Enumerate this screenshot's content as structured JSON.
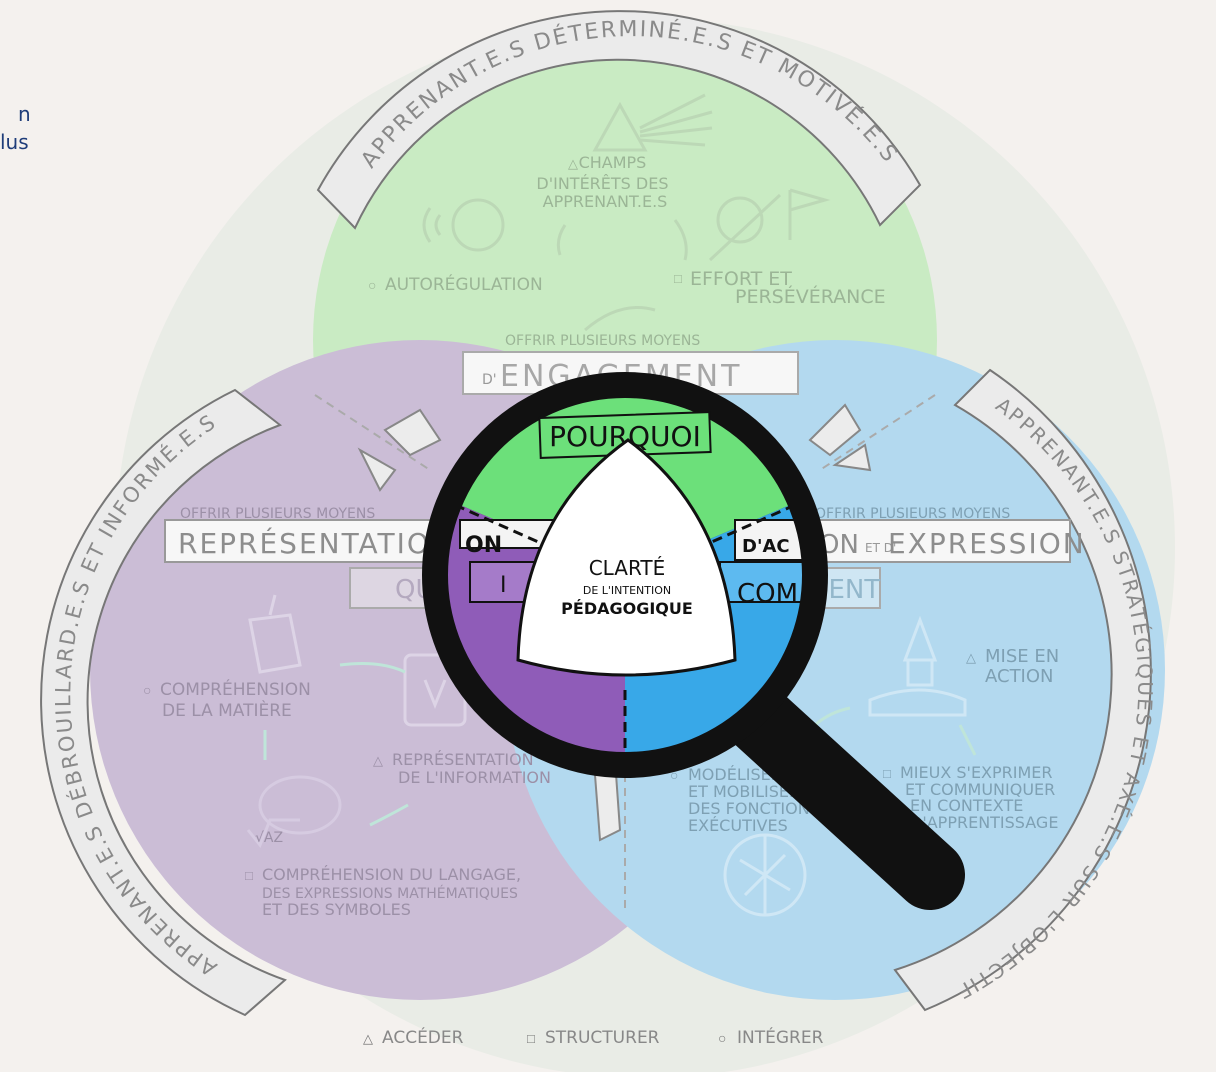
{
  "side_text": {
    "line1": "n",
    "line2": "lus"
  },
  "banners": {
    "top": "APPRENANT.E.S DÉTERMINÉ.E.S ET MOTIVÉ.E.S",
    "left": "APPRENANT.E.S DÉBROUILLARD.E.S ET INFORMÉ.E.S",
    "right": "APPRENANT.E.S STRATÉGIQUES ET AXÉ.E.S SUR L'OBJECTIF"
  },
  "engagement": {
    "subtitle": "OFFRIR PLUSIEURS MOYENS",
    "title_prefix": "D'",
    "title": "ENGAGEMENT",
    "items": {
      "champs_1": "CHAMPS",
      "champs_2": "D'INTÉRÊTS DES",
      "champs_3": "APPRENANT.E.S",
      "effort_1": "EFFORT ET",
      "effort_2": "PERSÉVÉRANCE",
      "autoregulation": "AUTORÉGULATION"
    }
  },
  "representation": {
    "subtitle": "OFFRIR PLUSIEURS MOYENS",
    "title": "REPRÉSENTATION",
    "question": "QUOI",
    "items": {
      "comprehension_1": "COMPRÉHENSION",
      "comprehension_2": "DE LA MATIÈRE",
      "representation_1": "REPRÉSENTATION",
      "representation_2": "DE L'INFORMATION",
      "langage_1": "COMPRÉHENSION DU LANGAGE,",
      "langage_2": "DES EXPRESSIONS MATHÉMATIQUES",
      "langage_3": "ET DES SYMBOLES"
    }
  },
  "action": {
    "subtitle": "OFFRIR PLUSIEURS MOYENS",
    "title_prefix": "D'",
    "title_1": "ACTION",
    "title_mid": "ET D'",
    "title_2": "EXPRESSION",
    "question": "COMMENT",
    "items": {
      "mise_1": "MISE EN",
      "mise_2": "ACTION",
      "mieux_1": "MIEUX S'EXPRIMER",
      "mieux_2": "ET COMMUNIQUER",
      "mieux_3": "EN CONTEXTE",
      "mieux_4": "D'APPRENTISSAGE",
      "modeliser_1": "MODÉLISER",
      "modeliser_2": "ET MOBILISER",
      "modeliser_3": "DES FONCTIONS",
      "modeliser_4": "EXÉCUTIVES"
    }
  },
  "center": {
    "pourquoi": "POURQUOI",
    "line1": "CLARTÉ",
    "line2": "DE L'INTENTION",
    "line3": "PÉDAGOGIQUE",
    "lens_left": "ON",
    "lens_left2": "I",
    "lens_right": "D'AC",
    "lens_right2": "COM"
  },
  "legend": {
    "acceder": "ACCÉDER",
    "structurer": "STRUCTURER",
    "integrer": "INTÉGRER"
  },
  "colors": {
    "engagement": "#c9ebc3",
    "representation": "#cbbdd6",
    "action": "#b3d9ef",
    "lens_green": "#6ce07a",
    "lens_purple": "#8f5cb8",
    "lens_blue": "#38a8e8"
  }
}
